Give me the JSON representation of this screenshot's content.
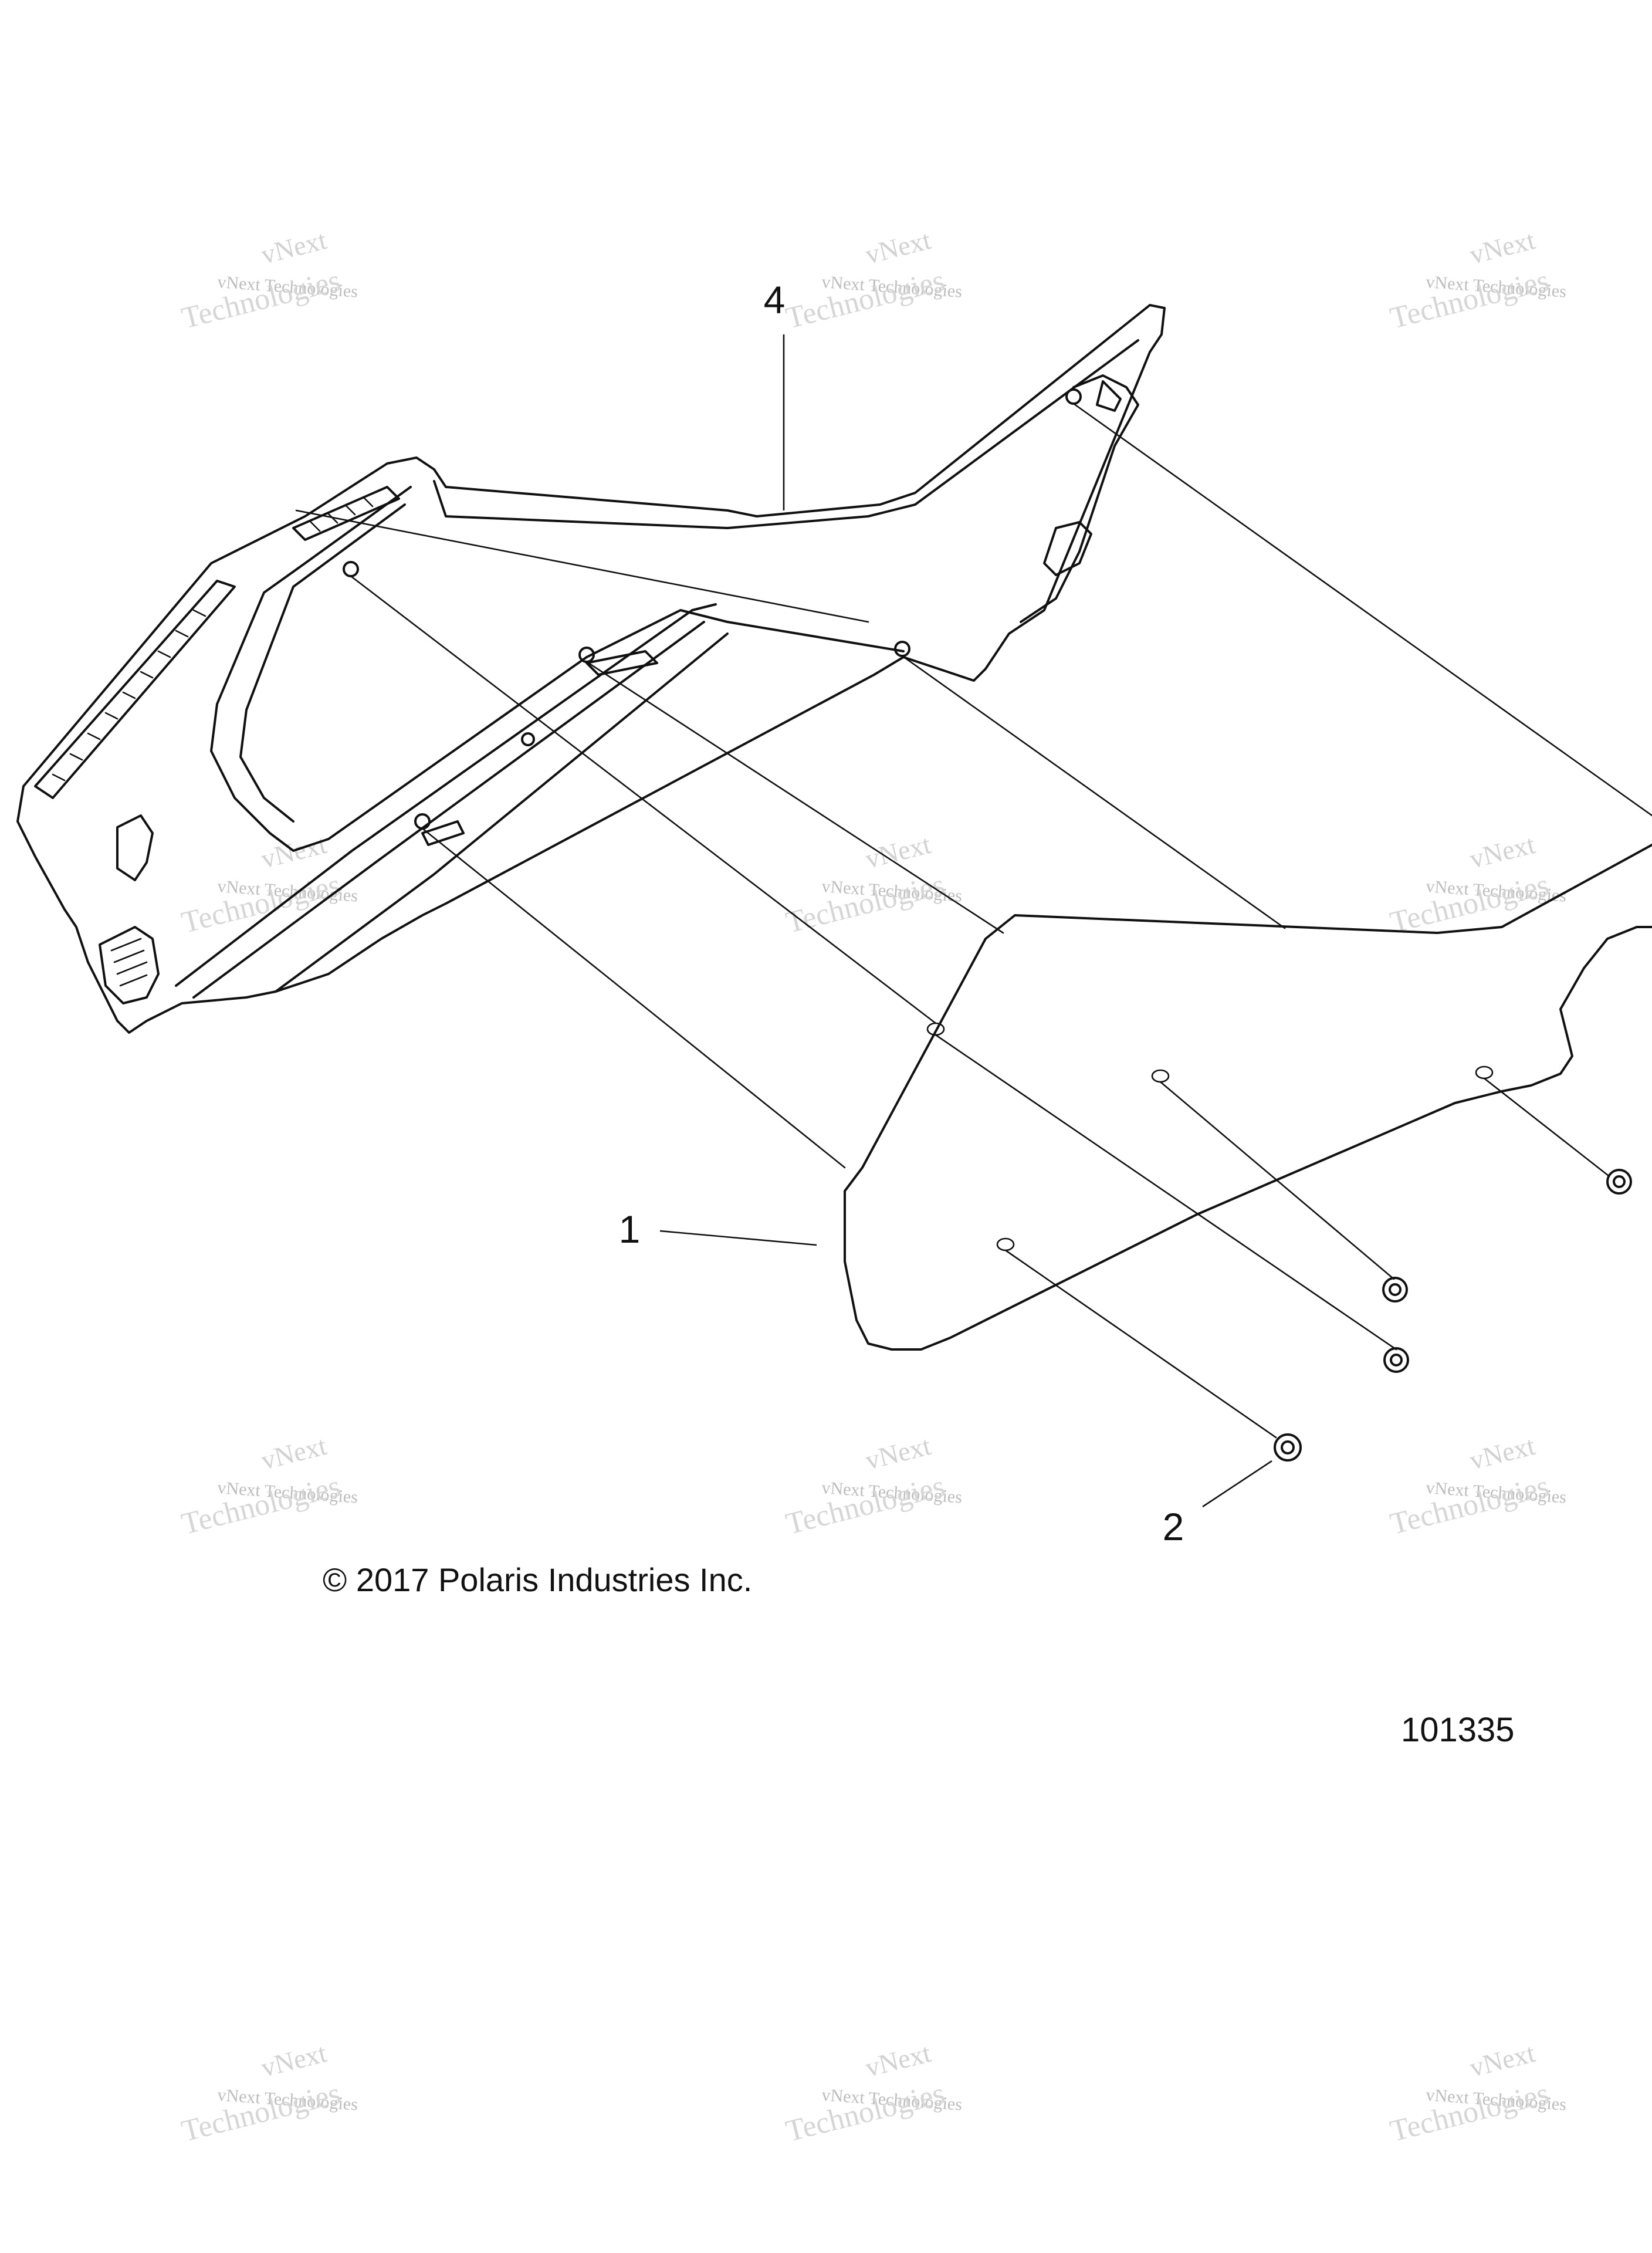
{
  "diagram": {
    "callouts": [
      {
        "id": "callout-1",
        "label": "1"
      },
      {
        "id": "callout-2",
        "label": "2"
      },
      {
        "id": "callout-4",
        "label": "4"
      }
    ],
    "copyright": "© 2017 Polaris Industries Inc.",
    "drawing_number": "101335",
    "watermark": {
      "line1": "vNext Technologies",
      "line2": "Technologies",
      "line0": "vNext"
    },
    "colors": {
      "line": "#111111",
      "watermark": "#c8c8c8",
      "background": "#ffffff"
    }
  }
}
